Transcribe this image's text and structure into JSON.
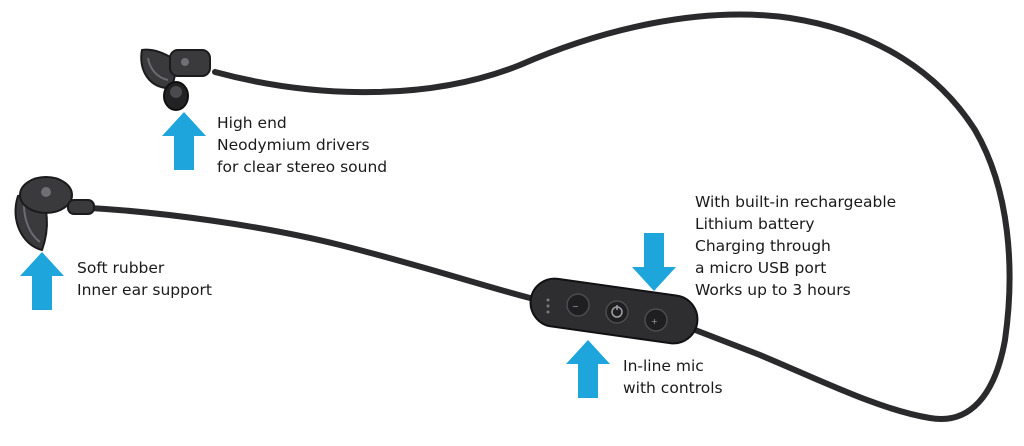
{
  "colors": {
    "arrow": "#1ea5dc",
    "cable": "#2a2a2c",
    "cable_edge": "#111113",
    "housing": "#3a3a3d",
    "caption_text": "#1a1a1a"
  },
  "annotations": {
    "drivers": {
      "arrow_direction": "up",
      "lines": [
        "High end",
        "Neodymium drivers",
        "for clear stereo sound"
      ]
    },
    "ear_support": {
      "arrow_direction": "up",
      "lines": [
        "Soft rubber",
        "Inner ear support"
      ]
    },
    "battery": {
      "arrow_direction": "down",
      "lines": [
        "With built-in rechargeable",
        "Lithium battery",
        "Charging through",
        "a micro USB port",
        "Works up to 3 hours"
      ]
    },
    "mic": {
      "arrow_direction": "up",
      "lines": [
        "In-line mic",
        "with controls"
      ]
    }
  },
  "product": {
    "icons": [
      "earbud-right",
      "earbud-left",
      "inline-remote",
      "volume-down-button",
      "power-button",
      "volume-up-button"
    ]
  }
}
